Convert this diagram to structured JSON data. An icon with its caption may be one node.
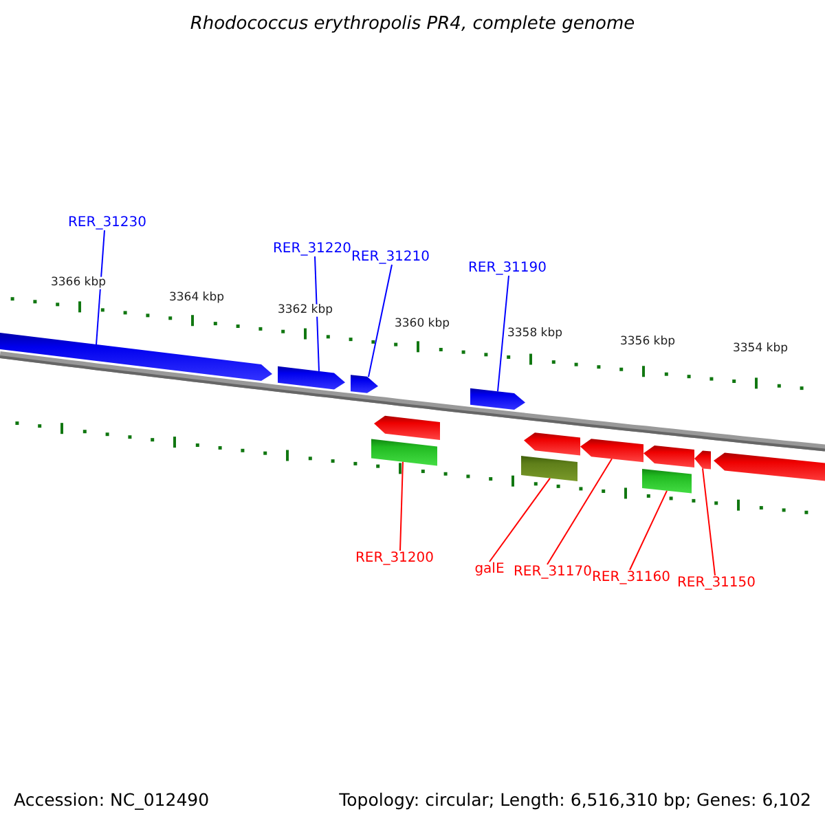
{
  "diagram": {
    "title": "Rhodococcus erythropolis PR4, complete genome",
    "nodes": [
      {
        "text": [
          "RER_31230"
        ]
      },
      {
        "text": [
          "RER_31220"
        ]
      },
      {
        "text": [
          "RER_31210"
        ]
      },
      {
        "text": [
          "RER_31190"
        ]
      },
      {
        "text": [],
        "shape": "arrow"
      },
      {
        "text": [],
        "shape": "arrow"
      },
      {
        "text": [],
        "shape": "arrow"
      },
      {
        "text": [],
        "shape": "arrow"
      },
      {
        "text": [],
        "shape": "box"
      },
      {
        "text": [],
        "shape": "box"
      },
      {
        "text": [],
        "shape": "arrow"
      },
      {
        "text": [],
        "shape": "box"
      },
      {
        "text": [],
        "shape": "arrow"
      },
      {
        "text": [
          "RER_31200"
        ]
      },
      {
        "text": [
          "galE"
        ]
      },
      {
        "text": [
          "RER_31170"
        ]
      },
      {
        "text": [
          "RER_31160"
        ]
      },
      {
        "text": [
          "RER_31150"
        ]
      },
      {
        "text": [],
        "shape": "arrow"
      },
      {
        "text": [],
        "shape": "arrow"
      },
      {
        "text": [],
        "shape": "arrow"
      },
      {
        "text": [],
        "shape": "arrow"
      }
    ],
    "edges": [
      {
        "from": 0,
        "to": 4,
        "arrow": "none",
        "color": "#0000ff"
      },
      {
        "from": 1,
        "to": 5,
        "arrow": "none",
        "color": "#0000ff"
      },
      {
        "from": 2,
        "to": 6,
        "arrow": "none",
        "color": "#0000ff"
      },
      {
        "from": 3,
        "to": 7,
        "arrow": "none",
        "color": "#0000ff"
      },
      {
        "from": 13,
        "to": 8,
        "arrow": "none"
      },
      {
        "from": 14,
        "to": 9,
        "arrow": "none"
      },
      {
        "from": 15,
        "to": 10,
        "arrow": "none"
      },
      {
        "from": 16,
        "to": 11,
        "arrow": "none"
      },
      {
        "from": 17,
        "to": 12,
        "arrow": "none"
      }
    ],
    "labels": [
      "3366 kbp",
      "3364 kbp",
      "3362 kbp",
      "3360 kbp",
      "3358 kbp",
      "3356 kbp",
      "3354 kbp",
      "Accession: NC_012490",
      "Topology: circular; Length: 6,516,310 bp; Genes: 6,102"
    ]
  }
}
